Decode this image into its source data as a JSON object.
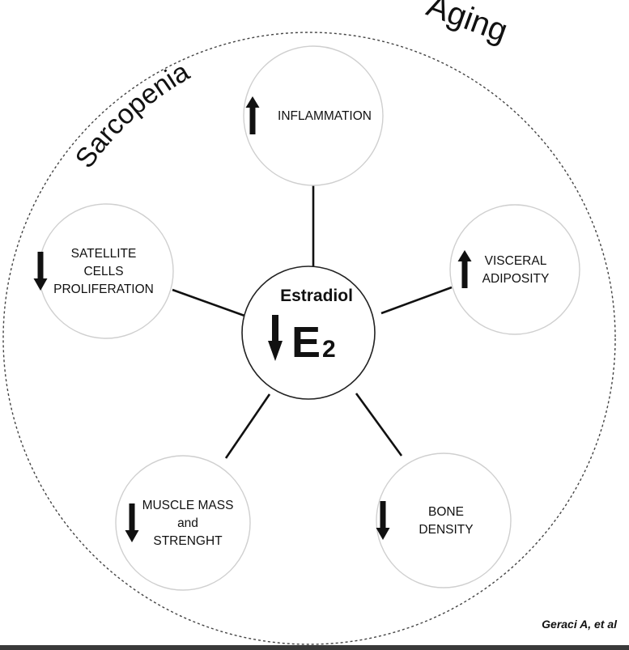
{
  "outer_labels": {
    "aging": "Aging",
    "sarcopenia": "Sarcopenia"
  },
  "center": {
    "title": "Estradiol",
    "symbol_main": "E",
    "symbol_sub": "2",
    "direction": "down"
  },
  "nodes": [
    {
      "id": "inflammation",
      "lines": [
        "INFLAMMATION"
      ],
      "direction": "up"
    },
    {
      "id": "visceral-adiposity",
      "lines": [
        "VISCERAL",
        "ADIPOSITY"
      ],
      "direction": "up"
    },
    {
      "id": "bone-density",
      "lines": [
        "BONE",
        "DENSITY"
      ],
      "direction": "down"
    },
    {
      "id": "muscle-mass",
      "lines": [
        "MUSCLE MASS",
        "and",
        "STRENGHT"
      ],
      "direction": "down"
    },
    {
      "id": "satellite-cells",
      "lines": [
        "SATELLITE",
        "CELLS",
        "PROLIFERATION"
      ],
      "direction": "down"
    }
  ],
  "citation": "Geraci A, et al",
  "colors": {
    "circle_fill": "#ffffff",
    "circle_stroke": "#cfcfcf",
    "text": "#111111",
    "arrow": "#111111",
    "dashed": "#444444"
  }
}
